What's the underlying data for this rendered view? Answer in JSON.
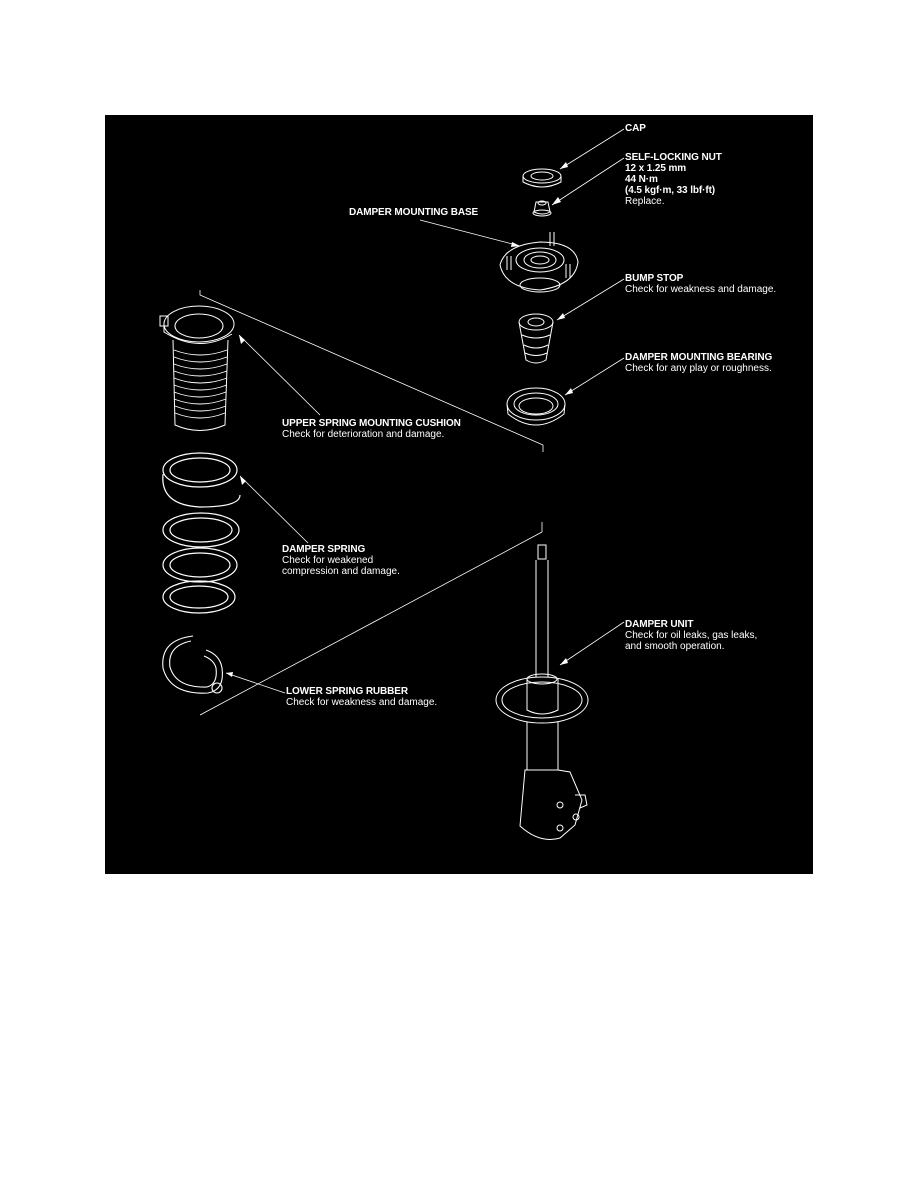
{
  "figure": {
    "background_color": "#000000",
    "line_color": "#ffffff",
    "page_color": "#ffffff"
  },
  "callouts": {
    "cap": {
      "title": "CAP",
      "lines": []
    },
    "self_locking_nut": {
      "title": "SELF-LOCKING NUT",
      "lines": [
        "12 x 1.25 mm",
        "44 N·m",
        "(4.5 kgf·m, 33 lbf·ft)",
        "Replace."
      ]
    },
    "damper_mounting_base": {
      "title": "DAMPER MOUNTING BASE",
      "lines": []
    },
    "bump_stop": {
      "title": "BUMP STOP",
      "lines": [
        "Check for weakness and damage."
      ]
    },
    "damper_mounting_bearing": {
      "title": "DAMPER MOUNTING BEARING",
      "lines": [
        "Check for any play or roughness."
      ]
    },
    "upper_spring_mounting_cushion": {
      "title": "UPPER SPRING MOUNTING CUSHION",
      "lines": [
        "Check for deterioration and damage."
      ]
    },
    "damper_spring": {
      "title": "DAMPER SPRING",
      "lines": [
        "Check for weakened",
        "compression and damage."
      ]
    },
    "lower_spring_rubber": {
      "title": "LOWER SPRING RUBBER",
      "lines": [
        "Check for weakness and damage."
      ]
    },
    "damper_unit": {
      "title": "DAMPER UNIT",
      "lines": [
        "Check for oil leaks, gas leaks,",
        "and smooth operation."
      ]
    }
  }
}
